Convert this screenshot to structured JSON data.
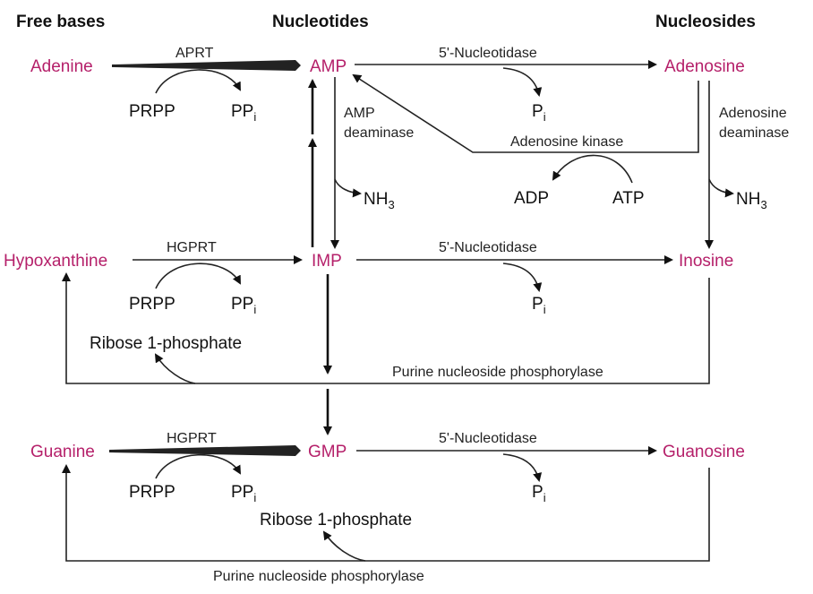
{
  "colors": {
    "compound": "#b5206a",
    "line": "#222222",
    "text": "#111111",
    "background": "#ffffff"
  },
  "headers": {
    "free_bases": "Free bases",
    "nucleotides": "Nucleotides",
    "nucleosides": "Nucleosides"
  },
  "compounds": {
    "adenine": "Adenine",
    "amp": "AMP",
    "adenosine": "Adenosine",
    "hypoxanthine": "Hypoxanthine",
    "imp": "IMP",
    "inosine": "Inosine",
    "guanine": "Guanine",
    "gmp": "GMP",
    "guanosine": "Guanosine"
  },
  "enzymes": {
    "aprt": "APRT",
    "hgprt_1": "HGPRT",
    "hgprt_2": "HGPRT",
    "nucleotidase_1": "5'-Nucleotidase",
    "nucleotidase_2": "5'-Nucleotidase",
    "nucleotidase_3": "5'-Nucleotidase",
    "amp_deaminase_1": "AMP",
    "amp_deaminase_2": "deaminase",
    "adenosine_deaminase_1": "Adenosine",
    "adenosine_deaminase_2": "deaminase",
    "adenosine_kinase": "Adenosine kinase",
    "pnp_1": "Purine nucleoside phosphorylase",
    "pnp_2": "Purine nucleoside phosphorylase"
  },
  "cofactors": {
    "prpp": "PRPP",
    "pp_main": "PP",
    "pp_sub": "i",
    "p_main": "P",
    "p_sub": "i",
    "nh_main": "NH",
    "nh_sub": "3",
    "adp": "ADP",
    "atp": "ATP",
    "ribose_1_phosphate": "Ribose 1-phosphate"
  }
}
